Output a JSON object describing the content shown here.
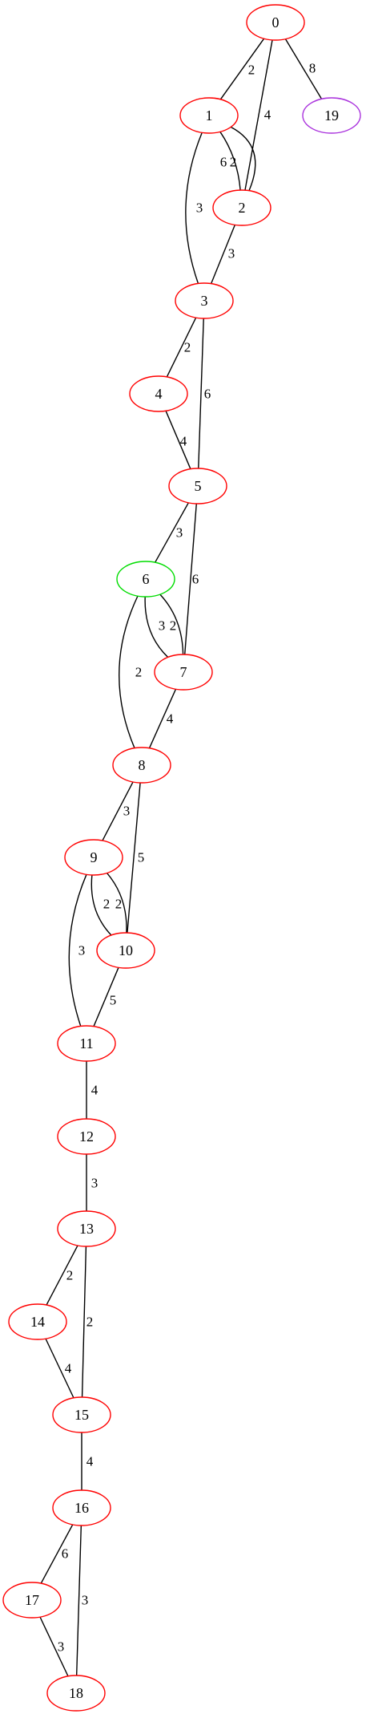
{
  "graph": {
    "colors": {
      "default_node": "#ff0000",
      "highlight_node": "#00dd00",
      "target_node": "#aa33dd",
      "edge": "#000000"
    },
    "nodes": [
      {
        "id": "0",
        "label": "0",
        "role": "default"
      },
      {
        "id": "1",
        "label": "1",
        "role": "default"
      },
      {
        "id": "2",
        "label": "2",
        "role": "default"
      },
      {
        "id": "3",
        "label": "3",
        "role": "default"
      },
      {
        "id": "4",
        "label": "4",
        "role": "default"
      },
      {
        "id": "5",
        "label": "5",
        "role": "default"
      },
      {
        "id": "6",
        "label": "6",
        "role": "highlight"
      },
      {
        "id": "7",
        "label": "7",
        "role": "default"
      },
      {
        "id": "8",
        "label": "8",
        "role": "default"
      },
      {
        "id": "9",
        "label": "9",
        "role": "default"
      },
      {
        "id": "10",
        "label": "10",
        "role": "default"
      },
      {
        "id": "11",
        "label": "11",
        "role": "default"
      },
      {
        "id": "12",
        "label": "12",
        "role": "default"
      },
      {
        "id": "13",
        "label": "13",
        "role": "default"
      },
      {
        "id": "14",
        "label": "14",
        "role": "default"
      },
      {
        "id": "15",
        "label": "15",
        "role": "default"
      },
      {
        "id": "16",
        "label": "16",
        "role": "default"
      },
      {
        "id": "17",
        "label": "17",
        "role": "default"
      },
      {
        "id": "18",
        "label": "18",
        "role": "default"
      },
      {
        "id": "19",
        "label": "19",
        "role": "target"
      }
    ],
    "edges": [
      {
        "source": "0",
        "target": "1",
        "weight": "2"
      },
      {
        "source": "0",
        "target": "2",
        "weight": "4"
      },
      {
        "source": "0",
        "target": "19",
        "weight": "8"
      },
      {
        "source": "1",
        "target": "2",
        "weight": "6"
      },
      {
        "source": "1",
        "target": "2",
        "weight": "2"
      },
      {
        "source": "1",
        "target": "3",
        "weight": "3"
      },
      {
        "source": "2",
        "target": "3",
        "weight": "3"
      },
      {
        "source": "3",
        "target": "4",
        "weight": "2"
      },
      {
        "source": "3",
        "target": "5",
        "weight": "6"
      },
      {
        "source": "4",
        "target": "5",
        "weight": "4"
      },
      {
        "source": "5",
        "target": "6",
        "weight": "3"
      },
      {
        "source": "5",
        "target": "7",
        "weight": "6"
      },
      {
        "source": "6",
        "target": "7",
        "weight": "3"
      },
      {
        "source": "6",
        "target": "7",
        "weight": "2"
      },
      {
        "source": "6",
        "target": "8",
        "weight": "2"
      },
      {
        "source": "7",
        "target": "8",
        "weight": "4"
      },
      {
        "source": "8",
        "target": "9",
        "weight": "3"
      },
      {
        "source": "8",
        "target": "10",
        "weight": "5"
      },
      {
        "source": "9",
        "target": "10",
        "weight": "2"
      },
      {
        "source": "9",
        "target": "10",
        "weight": "2"
      },
      {
        "source": "9",
        "target": "11",
        "weight": "3"
      },
      {
        "source": "10",
        "target": "11",
        "weight": "5"
      },
      {
        "source": "11",
        "target": "12",
        "weight": "4"
      },
      {
        "source": "12",
        "target": "13",
        "weight": "3"
      },
      {
        "source": "13",
        "target": "14",
        "weight": "2"
      },
      {
        "source": "13",
        "target": "15",
        "weight": "2"
      },
      {
        "source": "14",
        "target": "15",
        "weight": "4"
      },
      {
        "source": "15",
        "target": "16",
        "weight": "4"
      },
      {
        "source": "16",
        "target": "17",
        "weight": "6"
      },
      {
        "source": "16",
        "target": "18",
        "weight": "3"
      },
      {
        "source": "17",
        "target": "18",
        "weight": "3"
      }
    ]
  }
}
